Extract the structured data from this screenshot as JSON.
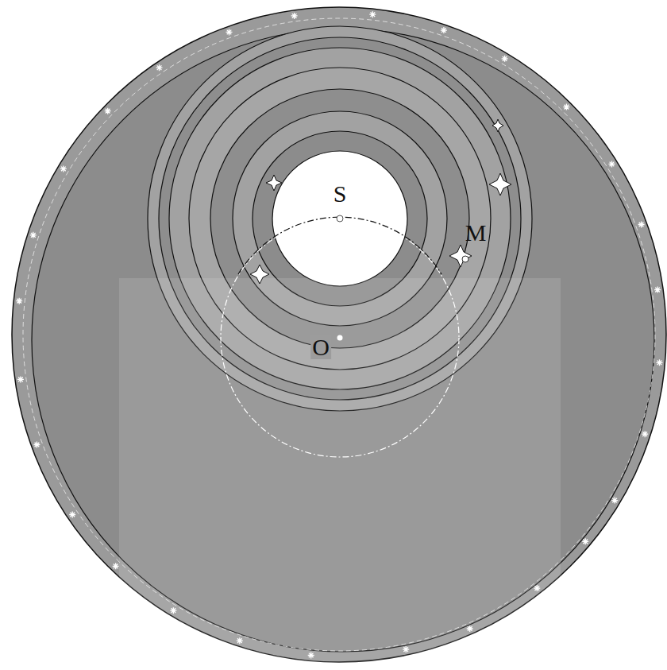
{
  "diagram": {
    "labels": [
      "S",
      "M",
      "O"
    ]
  }
}
